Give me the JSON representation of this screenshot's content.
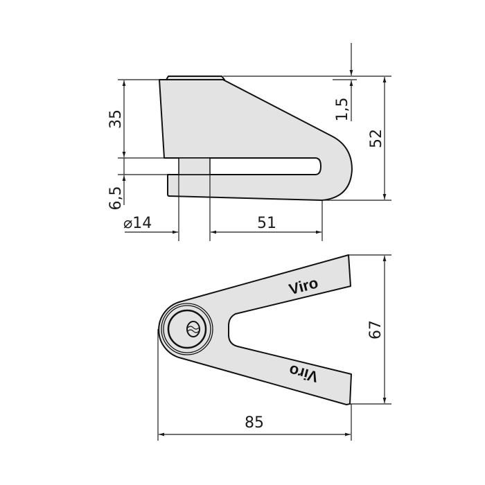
{
  "dimensions": {
    "top_view": {
      "height_upper": "35",
      "slot": "6,5",
      "pin_diameter": "⌀14",
      "depth": "51",
      "total_height": "52",
      "cap": "1,5"
    },
    "bottom_view": {
      "height": "67",
      "width": "85"
    }
  },
  "brand": {
    "upper": "Viro",
    "lower": "Viro"
  },
  "colors": {
    "fill": "#e3e3e3",
    "line": "#111111"
  }
}
